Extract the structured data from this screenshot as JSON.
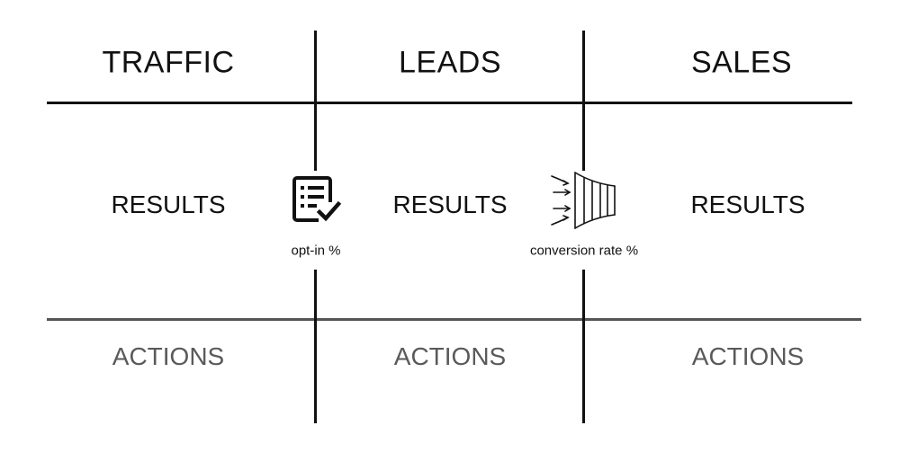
{
  "columns": [
    {
      "header": "TRAFFIC",
      "results": "RESULTS",
      "actions": "ACTIONS"
    },
    {
      "header": "LEADS",
      "results": "RESULTS",
      "actions": "ACTIONS"
    },
    {
      "header": "SALES",
      "results": "RESULTS",
      "actions": "ACTIONS"
    }
  ],
  "connectors": [
    {
      "icon": "checklist-icon",
      "label": "opt-in %"
    },
    {
      "icon": "funnel-icon",
      "label": "conversion rate %"
    }
  ],
  "colors": {
    "primary_line": "#111111",
    "secondary_line": "#555555",
    "actions_text": "#5a5a5a"
  }
}
